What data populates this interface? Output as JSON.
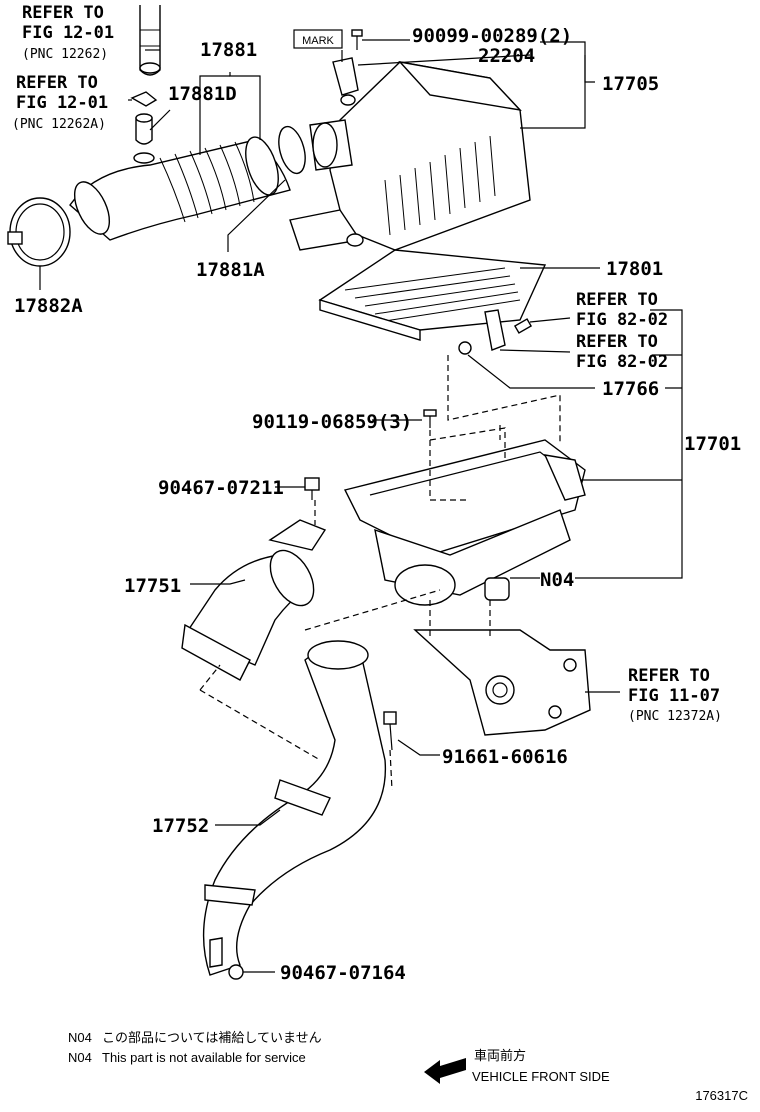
{
  "callouts": {
    "refer_12_01_a": {
      "line1": "REFER TO",
      "line2": "FIG 12-01",
      "pnc": "(PNC 12262)"
    },
    "refer_12_01_b": {
      "line1": "REFER TO",
      "line2": "FIG 12-01",
      "pnc": "(PNC 12262A)"
    },
    "p17881": "17881",
    "p17881D": "17881D",
    "p17881A": "17881A",
    "p17882A": "17882A",
    "mark": "MARK",
    "p90099": "90099-00289(2)",
    "p22204": "22204",
    "p17705": "17705",
    "p17801": "17801",
    "refer_82_02_a": {
      "line1": "REFER TO",
      "line2": "FIG 82-02"
    },
    "refer_82_02_b": {
      "line1": "REFER TO",
      "line2": "FIG 82-02"
    },
    "p17766": "17766",
    "p90119": "90119-06859(3)",
    "p17701": "17701",
    "p90467_07211": "90467-07211",
    "p17751": "17751",
    "n04": "N04",
    "refer_11_07": {
      "line1": "REFER TO",
      "line2": "FIG 11-07",
      "pnc": "(PNC 12372A)"
    },
    "p91661": "91661-60616",
    "p17752": "17752",
    "p90467_07164": "90467-07164"
  },
  "notes": {
    "jp": {
      "code": "N04",
      "text": "この部品については補給していません"
    },
    "en": {
      "code": "N04",
      "text": "This part is not available for service"
    }
  },
  "direction": {
    "jp": "車両前方",
    "en": "VEHICLE FRONT SIDE",
    "icon": "arrow-left-icon"
  },
  "figure_id": "176317C"
}
